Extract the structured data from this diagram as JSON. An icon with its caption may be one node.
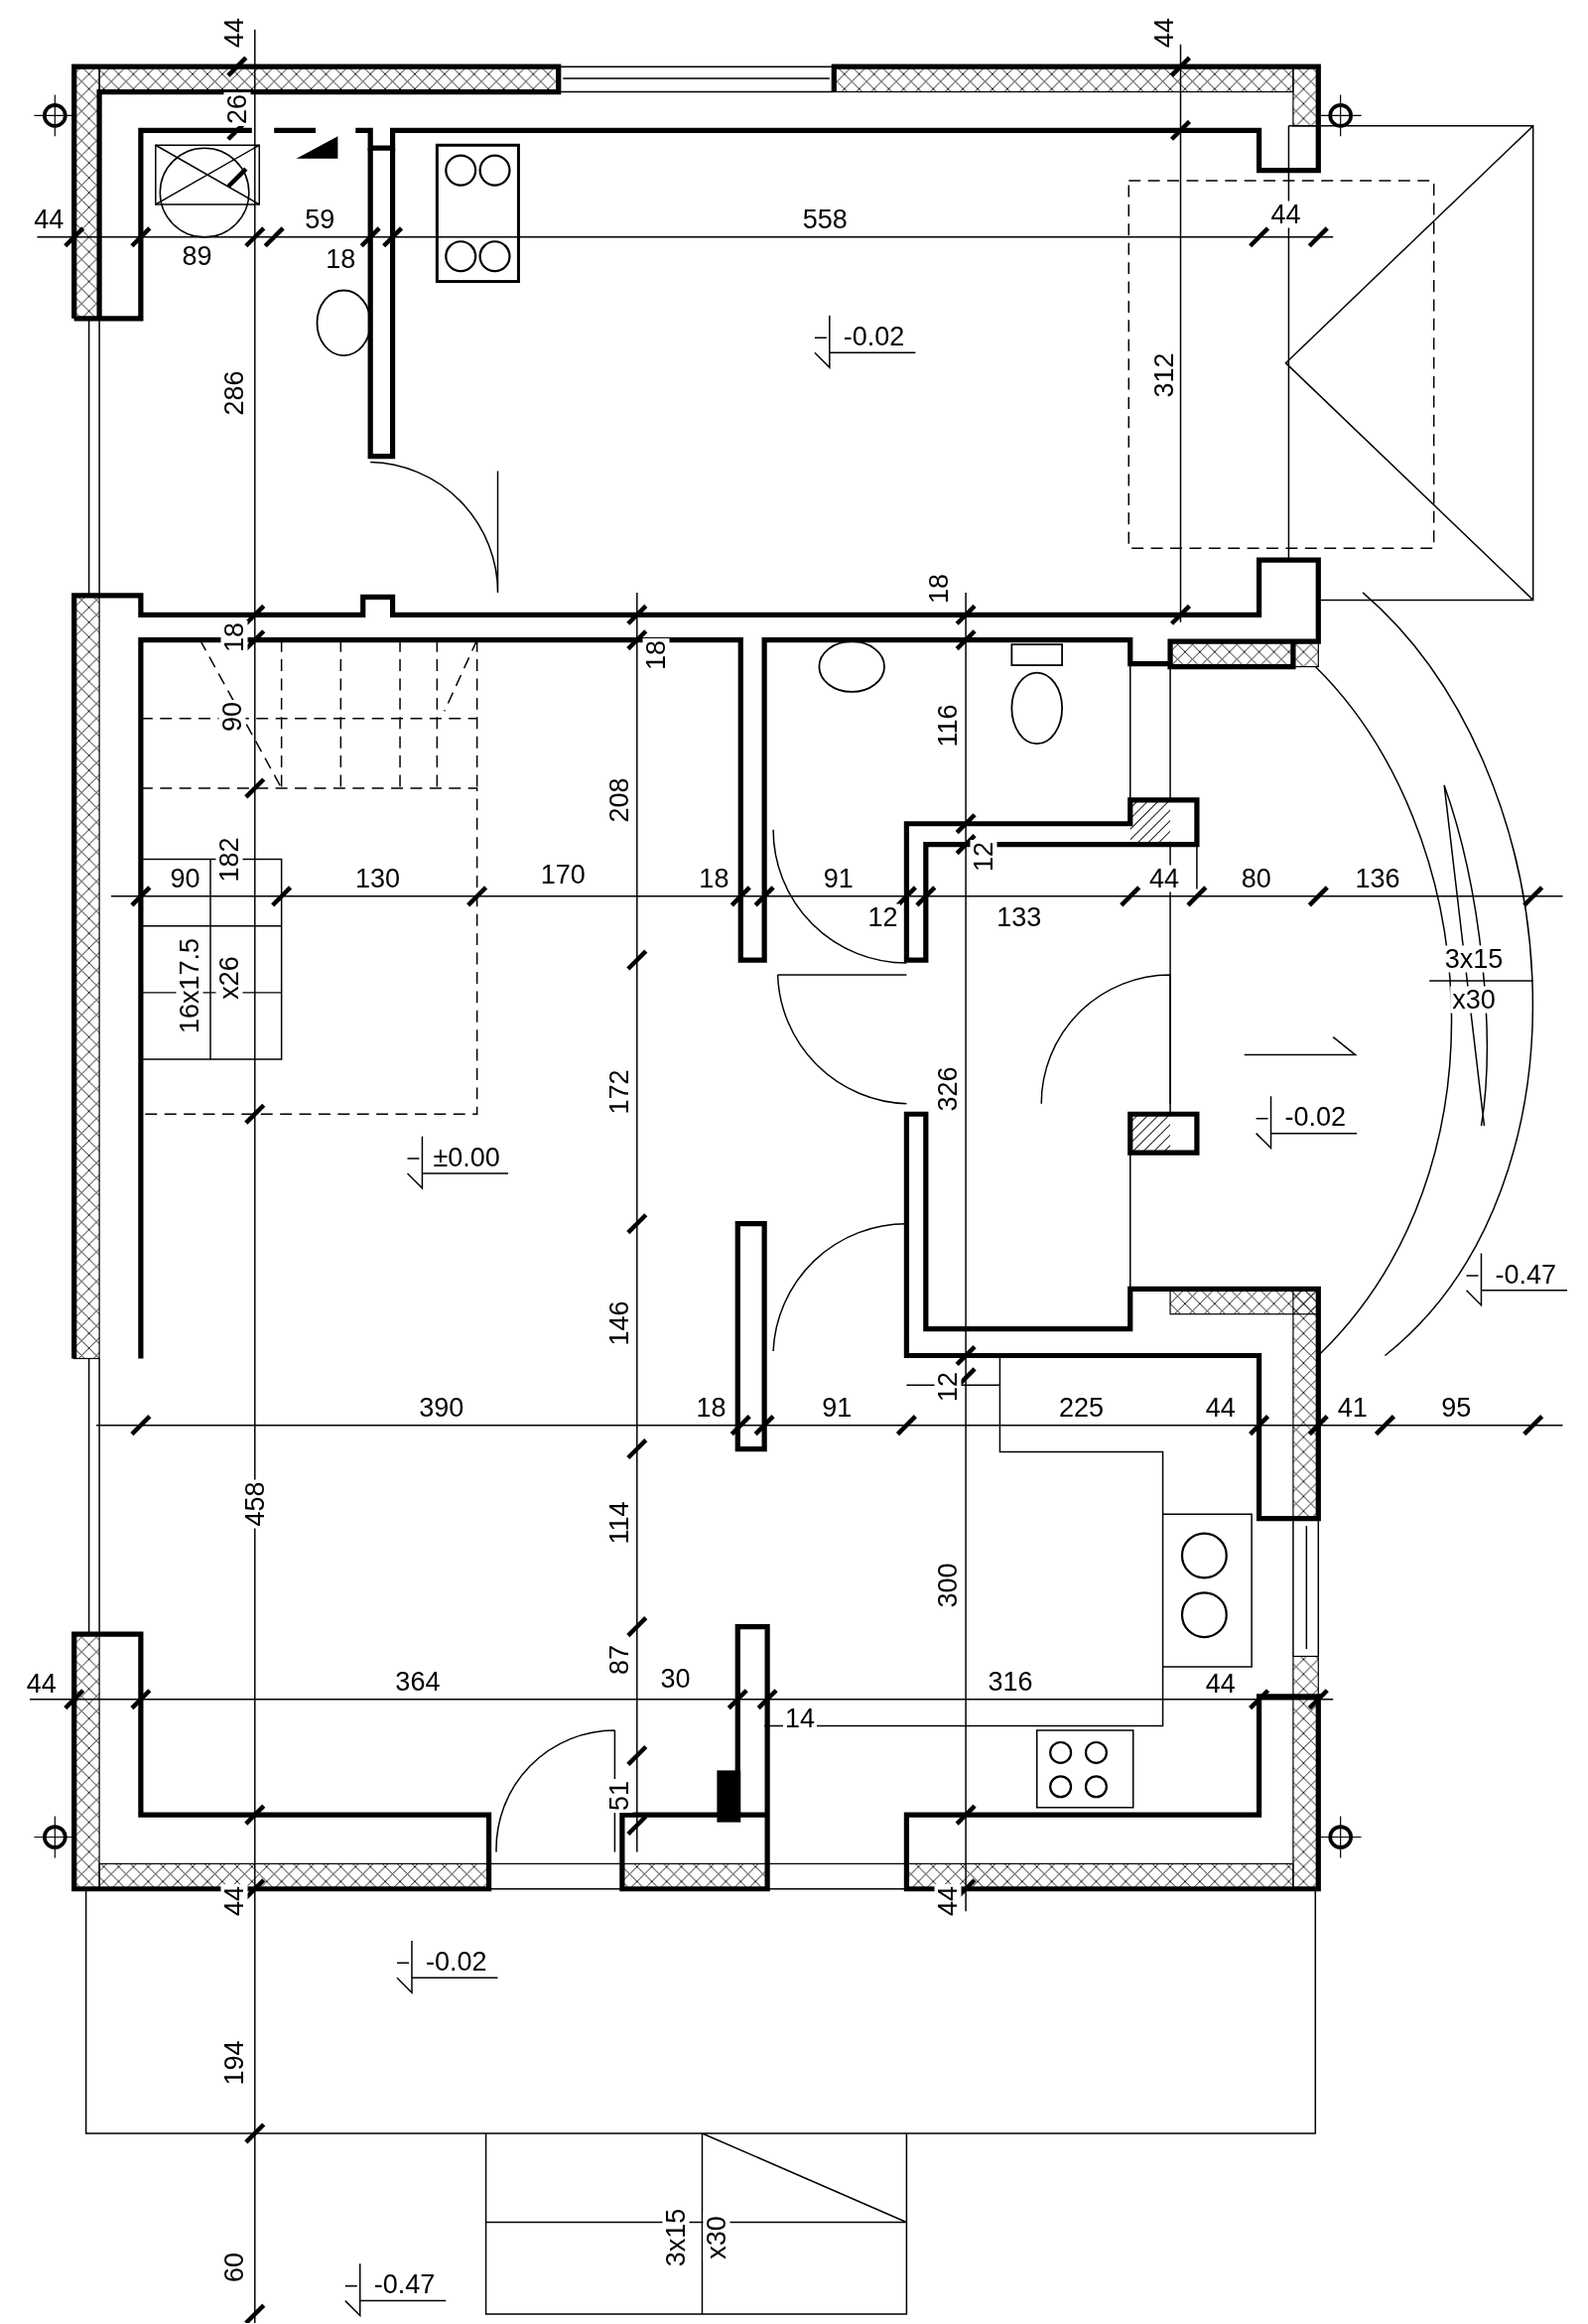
{
  "diagram": {
    "labels": [
      "44",
      "44",
      "26",
      "44",
      "89",
      "59",
      "18",
      "558",
      "44",
      "286",
      "-0.02",
      "312",
      "18",
      "18",
      "18",
      "90",
      "208",
      "116",
      "12",
      "182",
      "90",
      "130",
      "170",
      "18",
      "91",
      "12",
      "133",
      "44",
      "80",
      "136",
      "16x17.5",
      "x26",
      "3x15",
      "x30",
      "172",
      "326",
      "-0.02",
      "±0.00",
      "-0.47",
      "146",
      "12",
      "390",
      "18",
      "91",
      "225",
      "44",
      "41",
      "95",
      "458",
      "114",
      "300",
      "87",
      "44",
      "364",
      "30",
      "316",
      "44",
      "14",
      "51",
      "44",
      "44",
      "-0.02",
      "194",
      "3x15",
      "x30",
      "60",
      "-0.47"
    ]
  }
}
